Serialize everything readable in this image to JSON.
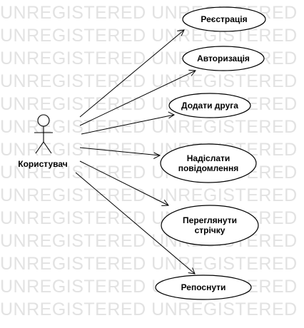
{
  "watermark": {
    "text": "UNREGISTERED UNREGISTERED UNREGISTERED",
    "color": "#e2e2e2"
  },
  "actor": {
    "name": "Користувач"
  },
  "use_cases": [
    {
      "id": "register",
      "lines": [
        "Реєстрація"
      ]
    },
    {
      "id": "login",
      "lines": [
        "Авторизація"
      ]
    },
    {
      "id": "add-friend",
      "lines": [
        "Додати друга"
      ]
    },
    {
      "id": "send-message",
      "lines": [
        "Надіслати",
        "повідомлення"
      ]
    },
    {
      "id": "view-feed",
      "lines": [
        "Переглянути",
        "стрічку"
      ]
    },
    {
      "id": "repost",
      "lines": [
        "Репоснути"
      ]
    }
  ]
}
